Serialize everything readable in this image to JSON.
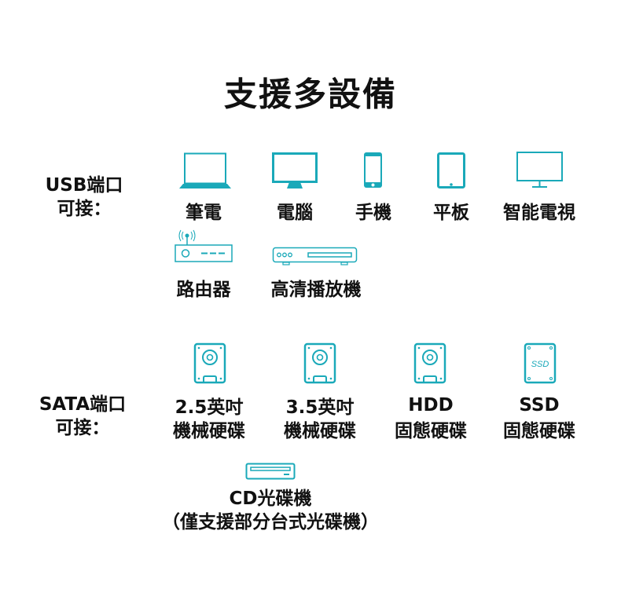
{
  "title": "支援多設備",
  "accent_color": "#1aa9b9",
  "usb": {
    "label_line1": "USB端口",
    "label_line2": "可接：",
    "devices": [
      {
        "icon": "laptop-icon",
        "label": "筆電"
      },
      {
        "icon": "monitor-icon",
        "label": "電腦"
      },
      {
        "icon": "phone-icon",
        "label": "手機"
      },
      {
        "icon": "tablet-icon",
        "label": "平板"
      },
      {
        "icon": "tv-icon",
        "label": "智能電視"
      },
      {
        "icon": "router-icon",
        "label": "路由器"
      },
      {
        "icon": "media-player-icon",
        "label": "高清播放機"
      }
    ]
  },
  "sata": {
    "label_line1": "SATA端口",
    "label_line2": "可接：",
    "devices": [
      {
        "icon": "hdd-icon",
        "line1": "2.5英吋",
        "line2": "機械硬碟"
      },
      {
        "icon": "hdd-icon",
        "line1": "3.5英吋",
        "line2": "機械硬碟"
      },
      {
        "icon": "hdd-icon",
        "line1": "HDD",
        "line2": "固態硬碟"
      },
      {
        "icon": "ssd-icon",
        "icon_text": "SSD",
        "line1": "SSD",
        "line2": "固態硬碟"
      }
    ],
    "cd": {
      "icon": "optical-drive-icon",
      "line1": "CD光碟機",
      "line2": "（僅支援部分台式光碟機）"
    }
  }
}
